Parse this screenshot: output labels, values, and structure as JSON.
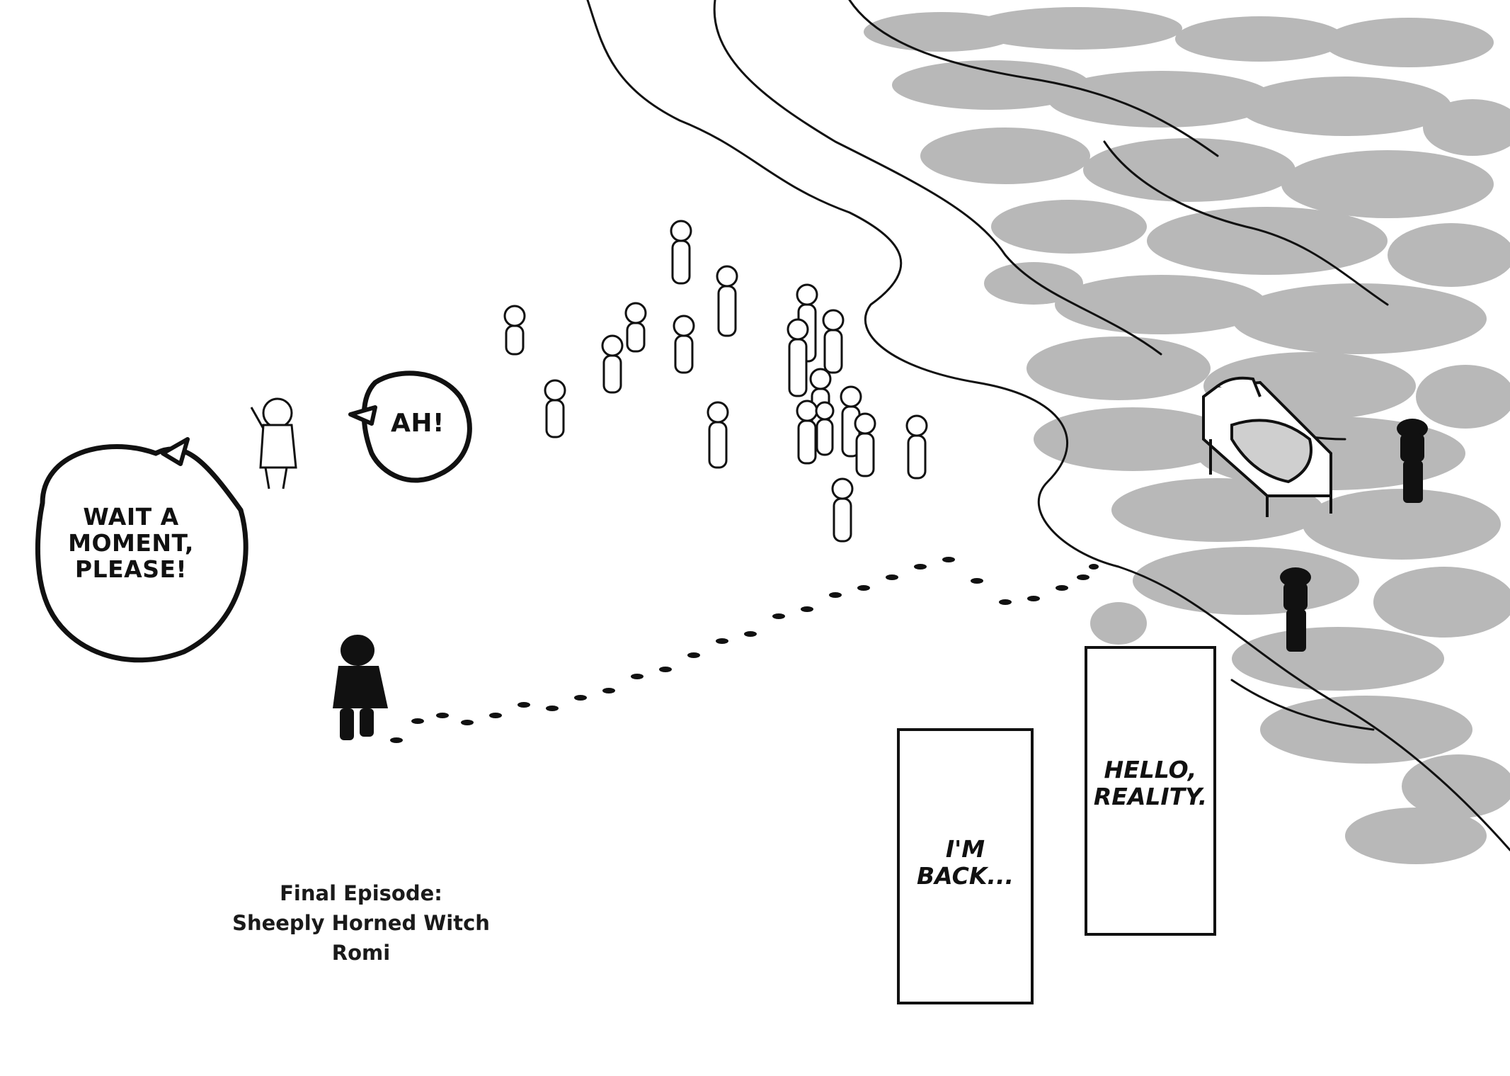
{
  "bubbles": {
    "wait": "WAIT A\nMOMENT,\nPLEASE!",
    "ah": "AH!"
  },
  "captions": {
    "back": "I'M\nBACK...",
    "reality": "HELLO,\nREALITY."
  },
  "episode": {
    "line1": "Final Episode:",
    "line2": "Sheeply Horned Witch Romi"
  },
  "colors": {
    "ink": "#111111",
    "tone": "#b8b8b8",
    "paper": "#ffffff"
  }
}
